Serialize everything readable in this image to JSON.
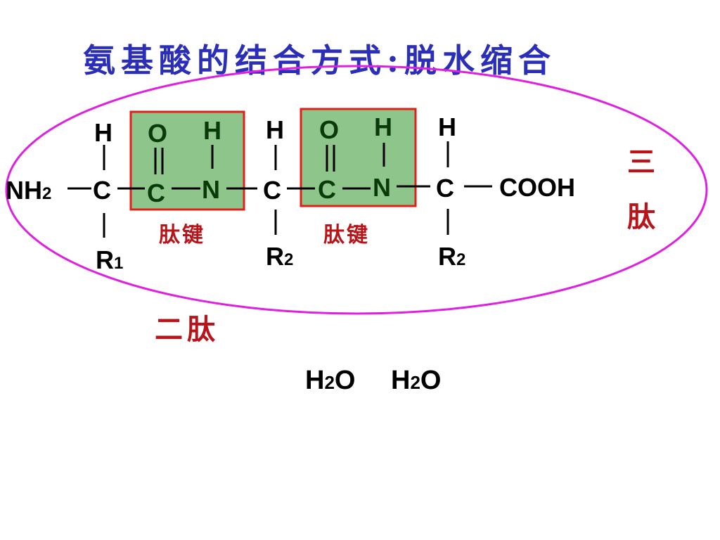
{
  "title": "氨基酸的结合方式:脱水缩合",
  "atoms": {
    "nh2_main": "NH",
    "nh2_sub": "2",
    "h1": "H",
    "c1": "C",
    "r1_main": "R",
    "r1_sub": "1",
    "o1": "O",
    "c2": "C",
    "h2": "H",
    "n1": "N",
    "h3": "H",
    "c3": "C",
    "r2_main": "R",
    "r2_sub": "2",
    "o2": "O",
    "c4": "C",
    "h4": "H",
    "n2": "N",
    "h5": "H",
    "c5": "C",
    "r3_main": "R",
    "r3_sub": "2",
    "cooh": "COOH"
  },
  "peptide_bond_label_1": "肽键",
  "peptide_bond_label_2": "肽键",
  "tripeptide_label_1": "三",
  "tripeptide_label_2": "肽",
  "dipeptide_label": "二肽",
  "water_1": {
    "main": "H",
    "sub": "2",
    "tail": "O"
  },
  "water_2": {
    "main": "H",
    "sub": "2",
    "tail": "O"
  },
  "colors": {
    "title": "#2b2fb8",
    "label_red": "#b8141a",
    "ellipse": "#e020e0",
    "box_fill": "#8ec58a",
    "box_border": "#e0201a"
  }
}
